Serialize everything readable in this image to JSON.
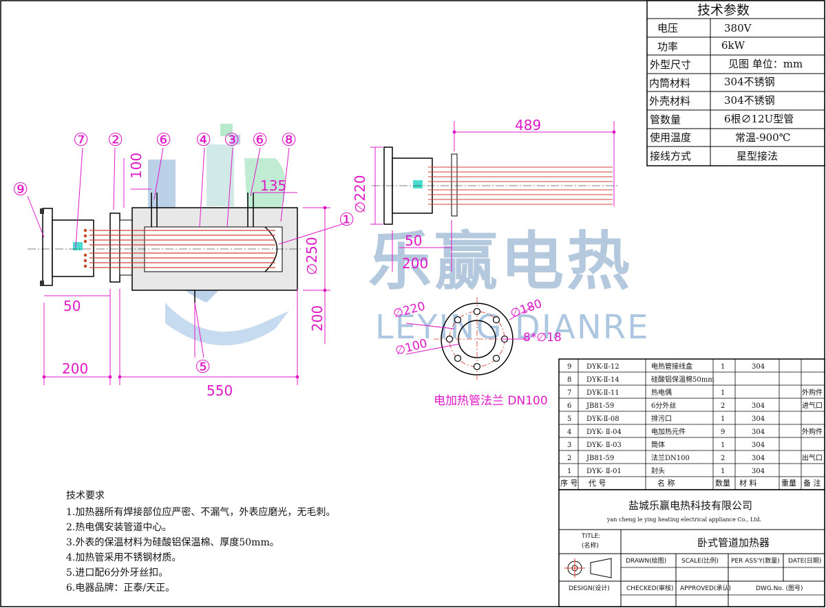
{
  "params": {
    "title": "技术参数",
    "rows": [
      {
        "label": "电压",
        "value": "380V"
      },
      {
        "label": "功率",
        "value": "6kW"
      },
      {
        "label": "外型尺寸",
        "value": "见图 单位：mm"
      },
      {
        "label": "内筒材料",
        "value": "304不锈钢"
      },
      {
        "label": "外壳材料",
        "value": "304不锈钢"
      },
      {
        "label": "管数量",
        "value": "6根∅12U型管"
      },
      {
        "label": "使用温度",
        "value": "常温-900℃"
      },
      {
        "label": "接线方式",
        "value": "星型接法"
      }
    ]
  },
  "balloons": [
    "⑦",
    "②",
    "⑥",
    "④",
    "③",
    "⑥",
    "⑧",
    "⑨",
    "①",
    "⑤"
  ],
  "dims": {
    "d100": "100",
    "d135": "135",
    "d250": "∅250",
    "d200v": "200",
    "d50": "50",
    "d200h": "200",
    "d550": "550",
    "side489": "489",
    "side220": "∅220",
    "side50": "50",
    "side200": "200"
  },
  "flange": {
    "d220": "∅220",
    "d180": "∅180",
    "d100": "∅100",
    "holes": "8*∅18",
    "caption": "电加热管法兰   DN100"
  },
  "watermark": {
    "cn": "乐赢电热",
    "en": "LEYING DIANRE"
  },
  "requirements": {
    "title": "技术要求",
    "items": [
      "1.加热器所有焊接部位应严密、不漏气，外表应磨光，无毛刺。",
      "2.热电偶安装管道中心。",
      "3.外表的保温材料为硅酸铝保温棉、厚度50mm。",
      "4.加热管采用不锈钢材质。",
      "5.进口配6分外牙丝扣。",
      "6.电器品牌：正泰/天正。"
    ]
  },
  "bom": {
    "rows": [
      [
        "9",
        "DYK-Ⅱ-12",
        "电热管接线盒",
        "1",
        "304",
        "",
        ""
      ],
      [
        "8",
        "DYK-Ⅱ-14",
        "硅酸铝保温棉50mm",
        "",
        "",
        "",
        ""
      ],
      [
        "7",
        "DYK-Ⅱ-11",
        "热电偶",
        "1",
        "",
        "",
        "外购件"
      ],
      [
        "6",
        "JB81-59",
        "6分外丝",
        "2",
        "304",
        "",
        "进气口"
      ],
      [
        "5",
        "DYK-Ⅱ-08",
        "排污口",
        "1",
        "304",
        "",
        ""
      ],
      [
        "4",
        "DYK- Ⅱ-04",
        "电加热元件",
        "9",
        "304",
        "",
        "外购件"
      ],
      [
        "3",
        "DYK- Ⅱ-03",
        "筒体",
        "1",
        "304",
        "",
        ""
      ],
      [
        "2",
        "JB81-59",
        "法兰DN100",
        "2",
        "304",
        "",
        "出气口"
      ],
      [
        "1",
        "DYK- Ⅱ-01",
        "封头",
        "1",
        "304",
        "",
        ""
      ]
    ],
    "header": [
      "序 号",
      "代 号",
      "名 称",
      "数量",
      "材 料",
      "重量",
      "备 注"
    ]
  },
  "titleblock": {
    "company": "盐城乐赢电热科技有限公司",
    "company_en": "yan cheng le ying heating electrical appliance Co., Ltd.",
    "title_label": "TITLE:",
    "title_label_cn": "(名称)",
    "title": "卧式管道加热器",
    "drawn": "DRAWN(绘图)",
    "scale": "SCALE(比例)",
    "perassy": "PER ASS'Y(数量)",
    "date": "DATE(日期)",
    "design": "DESIGN(设计)",
    "checked": "CHECKED(审核)",
    "approved": "APPROVED(承认)",
    "dwgno": "DWG.No. (图号)"
  }
}
